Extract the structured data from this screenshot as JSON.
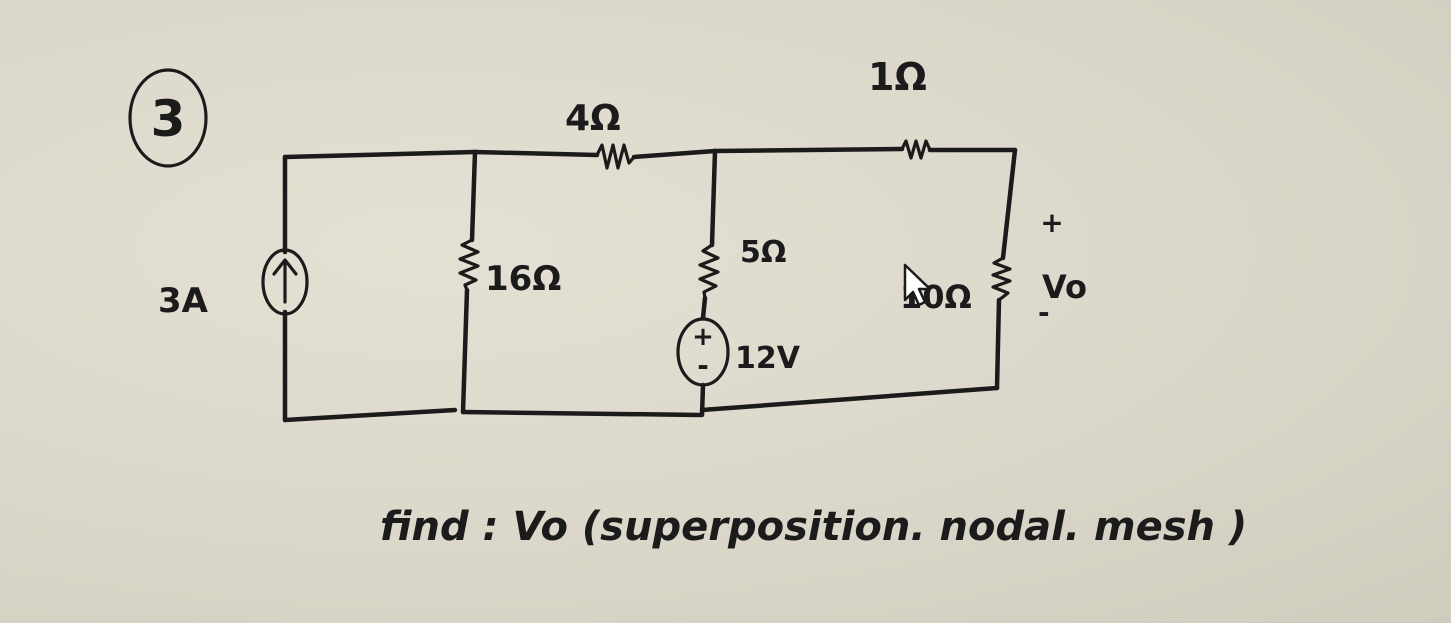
{
  "problem": {
    "number": "3"
  },
  "components": {
    "current_source": {
      "label": "3A"
    },
    "r_16": {
      "label": "16Ω"
    },
    "r_4": {
      "label": "4Ω"
    },
    "r_5": {
      "label": "5Ω"
    },
    "voltage_source": {
      "label": "12V",
      "plus": "+",
      "minus": "-"
    },
    "r_1": {
      "label": "1Ω"
    },
    "r_10": {
      "label": "10Ω"
    }
  },
  "output": {
    "label": "Vo",
    "plus": "+",
    "minus": "-"
  },
  "instruction": "find : Vo (superposition. nodal. mesh )",
  "colors": {
    "ink": "#1b1b1b",
    "paper": "#d9d5c8"
  }
}
